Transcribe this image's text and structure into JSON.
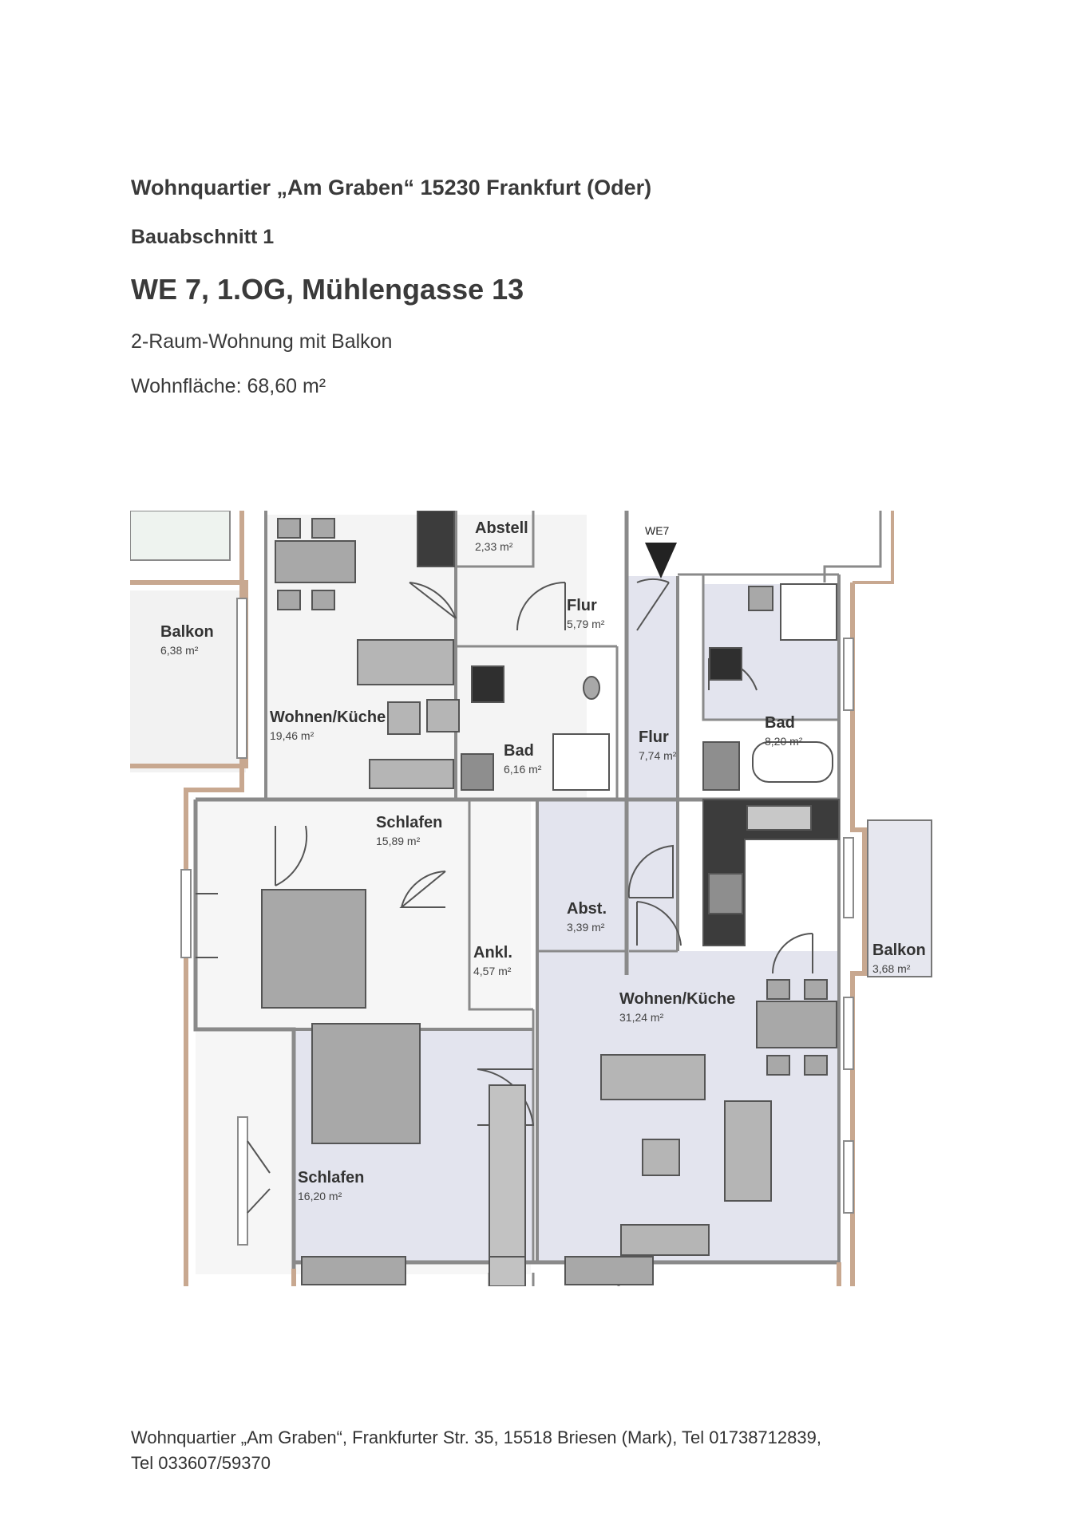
{
  "header": {
    "title": "Wohnquartier „Am Graben“ 15230 Frankfurt (Oder)",
    "section": "Bauabschnitt 1",
    "unit": "WE 7, 1.OG, Mühlengasse 13",
    "type": "2-Raum-Wohnung mit Balkon",
    "area": "Wohnfläche: 68,60 m²"
  },
  "plan": {
    "entrance_label": "WE7",
    "rooms": {
      "abstell": {
        "name": "Abstell",
        "area": "2,33 m²"
      },
      "flur_top": {
        "name": "Flur",
        "area": "5,79 m²"
      },
      "balkon_left": {
        "name": "Balkon",
        "area": "6,38 m²"
      },
      "wohnen_left": {
        "name": "Wohnen/Küche",
        "area": "19,46 m²"
      },
      "bad_left": {
        "name": "Bad",
        "area": "6,16 m²"
      },
      "flur_right": {
        "name": "Flur",
        "area": "7,74 m²"
      },
      "bad_right": {
        "name": "Bad",
        "area": "8,20 m²"
      },
      "schlafen_top": {
        "name": "Schlafen",
        "area": "15,89 m²"
      },
      "abst": {
        "name": "Abst.",
        "area": "3,39 m²"
      },
      "ankl": {
        "name": "Ankl.",
        "area": "4,57 m²"
      },
      "balkon_right": {
        "name": "Balkon",
        "area": "3,68 m²"
      },
      "wohnen_right": {
        "name": "Wohnen/Küche",
        "area": "31,24 m²"
      },
      "schlafen_bottom": {
        "name": "Schlafen",
        "area": "16,20 m²"
      }
    },
    "colors": {
      "apartment_fill": "#e3e4ee",
      "neighbor_fill": "#f4f4f4",
      "wall": "#8a8a8a",
      "wall_outer": "#c8a890",
      "furniture": "#a8a8a8",
      "kitchen_dark": "#3c3c3c"
    }
  },
  "footer": {
    "line1": "Wohnquartier „Am Graben“, Frankfurter Str. 35, 15518 Briesen (Mark), Tel 01738712839,",
    "line2": "Tel 033607/59370"
  }
}
